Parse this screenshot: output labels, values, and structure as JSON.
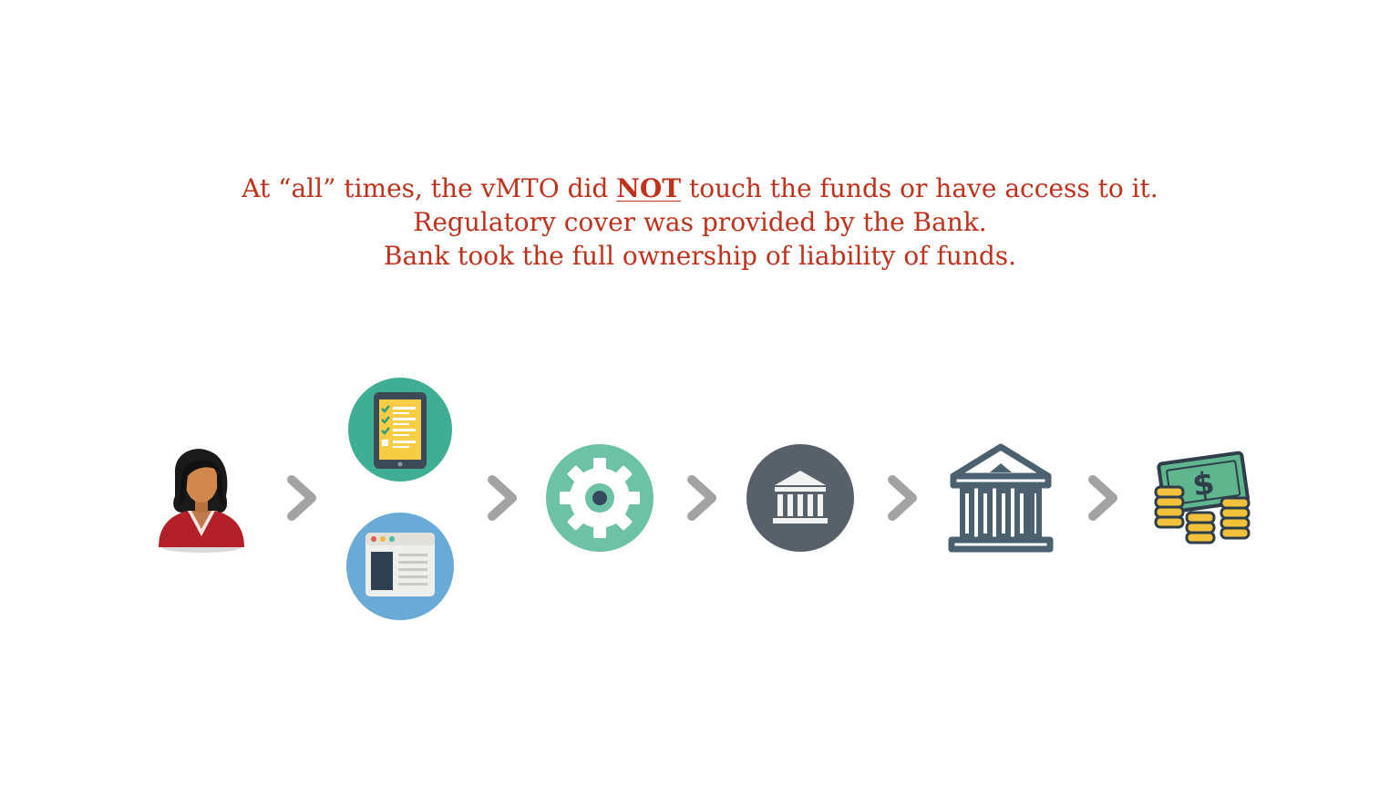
{
  "headline": {
    "line1_pre": "At “all” times, the vMTO did ",
    "line1_emph": "NOT",
    "line1_post": " touch the funds or have access to it.",
    "line2": "Regulatory cover was provided by the Bank.",
    "line3": "Bank took the full ownership of liability of funds."
  },
  "colors": {
    "headline_text": "#c0311b",
    "arrow": "#a3a3a3",
    "tablet_circle": "#3fae94",
    "browser_circle": "#6aaad6",
    "gear_circle": "#6dc1a4",
    "bank_circle": "#586069",
    "bank_outline": "#4c6170",
    "money_green": "#5fb58e",
    "coin_gold": "#f2c13c"
  },
  "flow": {
    "steps": [
      {
        "icon": "user-woman-icon"
      },
      {
        "icon": "tablet-checklist-icon"
      },
      {
        "icon": "browser-window-icon"
      },
      {
        "icon": "gear-icon"
      },
      {
        "icon": "bank-circle-icon"
      },
      {
        "icon": "bank-building-icon"
      },
      {
        "icon": "money-coins-icon"
      }
    ],
    "arrow_icon": "chevron-right-icon"
  }
}
